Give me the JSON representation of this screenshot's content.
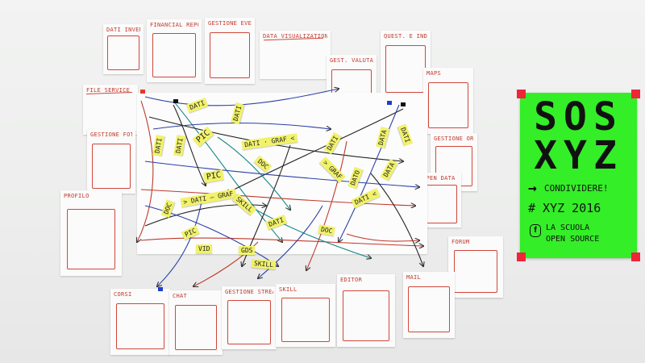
{
  "scene": "wall",
  "cards": [
    {
      "label": "DATI INVENTARIO"
    },
    {
      "label": "FINANCIAL REPORT"
    },
    {
      "label": "GESTIONE EVENTI"
    },
    {
      "label": "DATA VISUALIZATION"
    },
    {
      "label": "GEST. VALUTA"
    },
    {
      "label": "QUEST. E INDAGINI"
    },
    {
      "label": "MAPS"
    },
    {
      "label": "FILE SERVICE"
    },
    {
      "label": "GESTIONE FOTO"
    },
    {
      "label": "PROFILO"
    },
    {
      "label": "GESTIONE ORDINI"
    },
    {
      "label": "OPEN DATA"
    },
    {
      "label": "FORUM"
    },
    {
      "label": "CORSI"
    },
    {
      "label": "CHAT"
    },
    {
      "label": "GESTIONE STREAMING"
    },
    {
      "label": "SKILL"
    },
    {
      "label": "EDITOR"
    },
    {
      "label": "MAIL"
    }
  ],
  "notes": [
    {
      "text": "DATI"
    },
    {
      "text": "DATI"
    },
    {
      "text": "DATI"
    },
    {
      "text": "DATI"
    },
    {
      "text": "PIC"
    },
    {
      "text": "PIC"
    },
    {
      "text": "DATI · GRAF <"
    },
    {
      "text": "DATI"
    },
    {
      "text": "DOC"
    },
    {
      "text": "DATA"
    },
    {
      "text": "DATI"
    },
    {
      "text": "DATA"
    },
    {
      "text": "> GRAF"
    },
    {
      "text": "DATO"
    },
    {
      "text": "DATI <"
    },
    {
      "text": "DOC"
    },
    {
      "text": "> DATI – GRAF"
    },
    {
      "text": "SKILL"
    },
    {
      "text": "DATI"
    },
    {
      "text": "DOC"
    },
    {
      "text": "PIC"
    },
    {
      "text": "VID"
    },
    {
      "text": "GDS"
    },
    {
      "text": "SKILL"
    }
  ],
  "poster": {
    "line1": "SOS",
    "line2": "XYZ",
    "arrow": "→",
    "share": "CONDIVIDERE!",
    "hashtag": "# XYZ 2016",
    "fb_glyph": "f",
    "school_1": "LA SCUOLA",
    "school_2": "OPEN SOURCE",
    "color": "#34ee28"
  },
  "colors": {
    "marker_red": "#d0473c",
    "sticky": "#f1f26a",
    "tape": "#f0253a"
  }
}
